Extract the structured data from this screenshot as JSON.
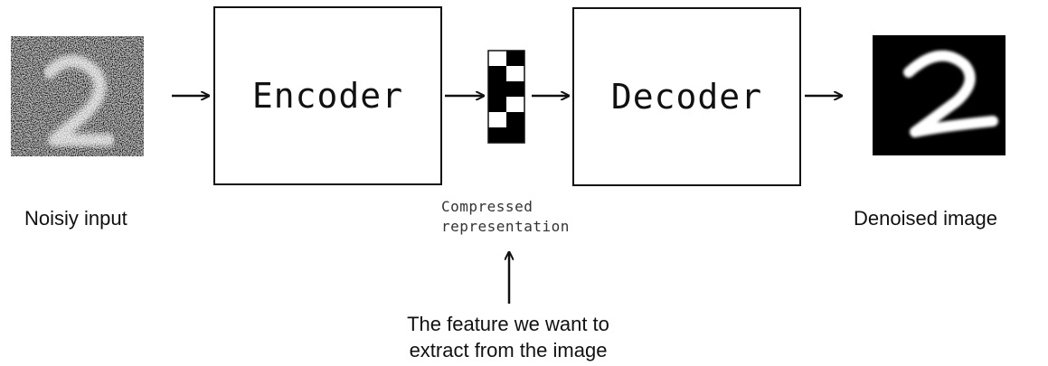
{
  "diagram": {
    "nodes": {
      "encoder": {
        "label": "Encoder"
      },
      "decoder": {
        "label": "Decoder"
      }
    },
    "labels": {
      "noisy_input": "Noisiy input",
      "compressed": [
        "Compressed",
        "representation"
      ],
      "denoised": "Denoised image",
      "feature_note": [
        "The feature we want to",
        "extract from the image"
      ]
    },
    "code_pattern": [
      [
        0,
        1
      ],
      [
        1,
        0
      ],
      [
        1,
        1
      ],
      [
        1,
        0
      ],
      [
        0,
        1
      ],
      [
        1,
        1
      ]
    ],
    "colors": {
      "line": "#111111",
      "on": "#000000",
      "off": "#ffffff"
    }
  }
}
